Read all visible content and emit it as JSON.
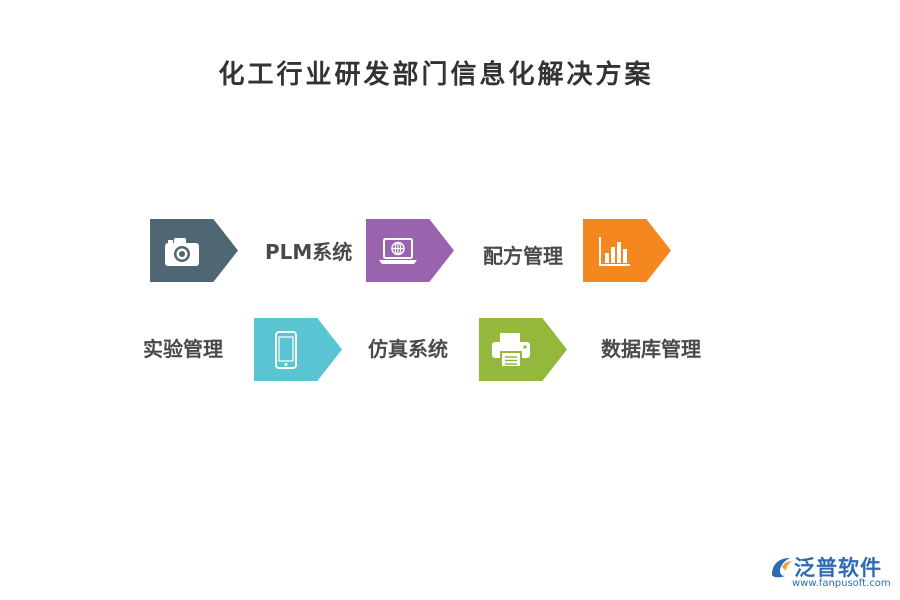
{
  "title": "化工行业研发部门信息化解决方案",
  "steps": [
    {
      "label": "PLM系统",
      "icon": "camera-icon",
      "color": "#4f6673"
    },
    {
      "label": "配方管理",
      "icon": "laptop-globe-icon",
      "color": "#9a63ae"
    },
    {
      "label": "实验管理",
      "icon": "bar-chart-icon",
      "color": "#f5871f"
    },
    {
      "label": "仿真系统",
      "icon": "smartphone-icon",
      "color": "#5bc4d2"
    },
    {
      "label": "数据库管理",
      "icon": "printer-icon",
      "color": "#93b83c"
    }
  ],
  "logo": {
    "name": "泛普软件",
    "url": "www.fanpusoft.com"
  }
}
